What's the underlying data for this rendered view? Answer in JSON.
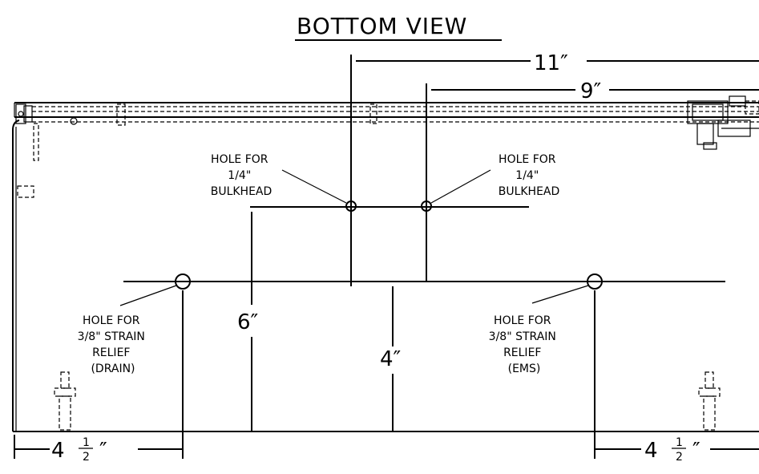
{
  "title": "BOTTOM VIEW",
  "dimensions": {
    "top_long": "11″",
    "top_short": "9″",
    "left_vertical": "6″",
    "center_vertical": "4″",
    "bottom_left_whole": "4",
    "bottom_left_num": "1",
    "bottom_left_den": "2",
    "bottom_right_whole": "4",
    "bottom_right_num": "1",
    "bottom_right_den": "2",
    "inch_mark": "″"
  },
  "callouts": {
    "bulkhead_left": [
      "HOLE FOR",
      "1/4\"",
      "BULKHEAD"
    ],
    "bulkhead_right": [
      "HOLE FOR",
      "1/4\"",
      "BULKHEAD"
    ],
    "strain_left": [
      "HOLE FOR",
      "3/8\" STRAIN",
      "RELIEF",
      "(DRAIN)"
    ],
    "strain_right": [
      "HOLE FOR",
      "3/8\" STRAIN",
      "RELIEF",
      "(EMS)"
    ]
  }
}
